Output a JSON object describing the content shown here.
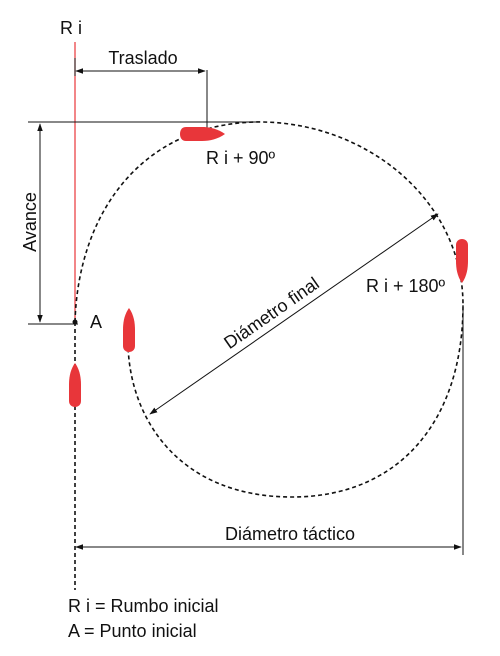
{
  "labels": {
    "heading_line": "R i",
    "transfer": "Traslado",
    "advance": "Avance",
    "heading_plus_90": "R i + 90º",
    "final_diameter": "Diámetro final",
    "heading_plus_180": "R i + 180º",
    "initial_point": "A",
    "tactical_diameter": "Diámetro táctico"
  },
  "legend": [
    "R i = Rumbo inicial",
    "A = Punto inicial"
  ],
  "colors": {
    "ship": "#e8363a",
    "heading_line": "#e8363a",
    "ink": "#111111"
  }
}
